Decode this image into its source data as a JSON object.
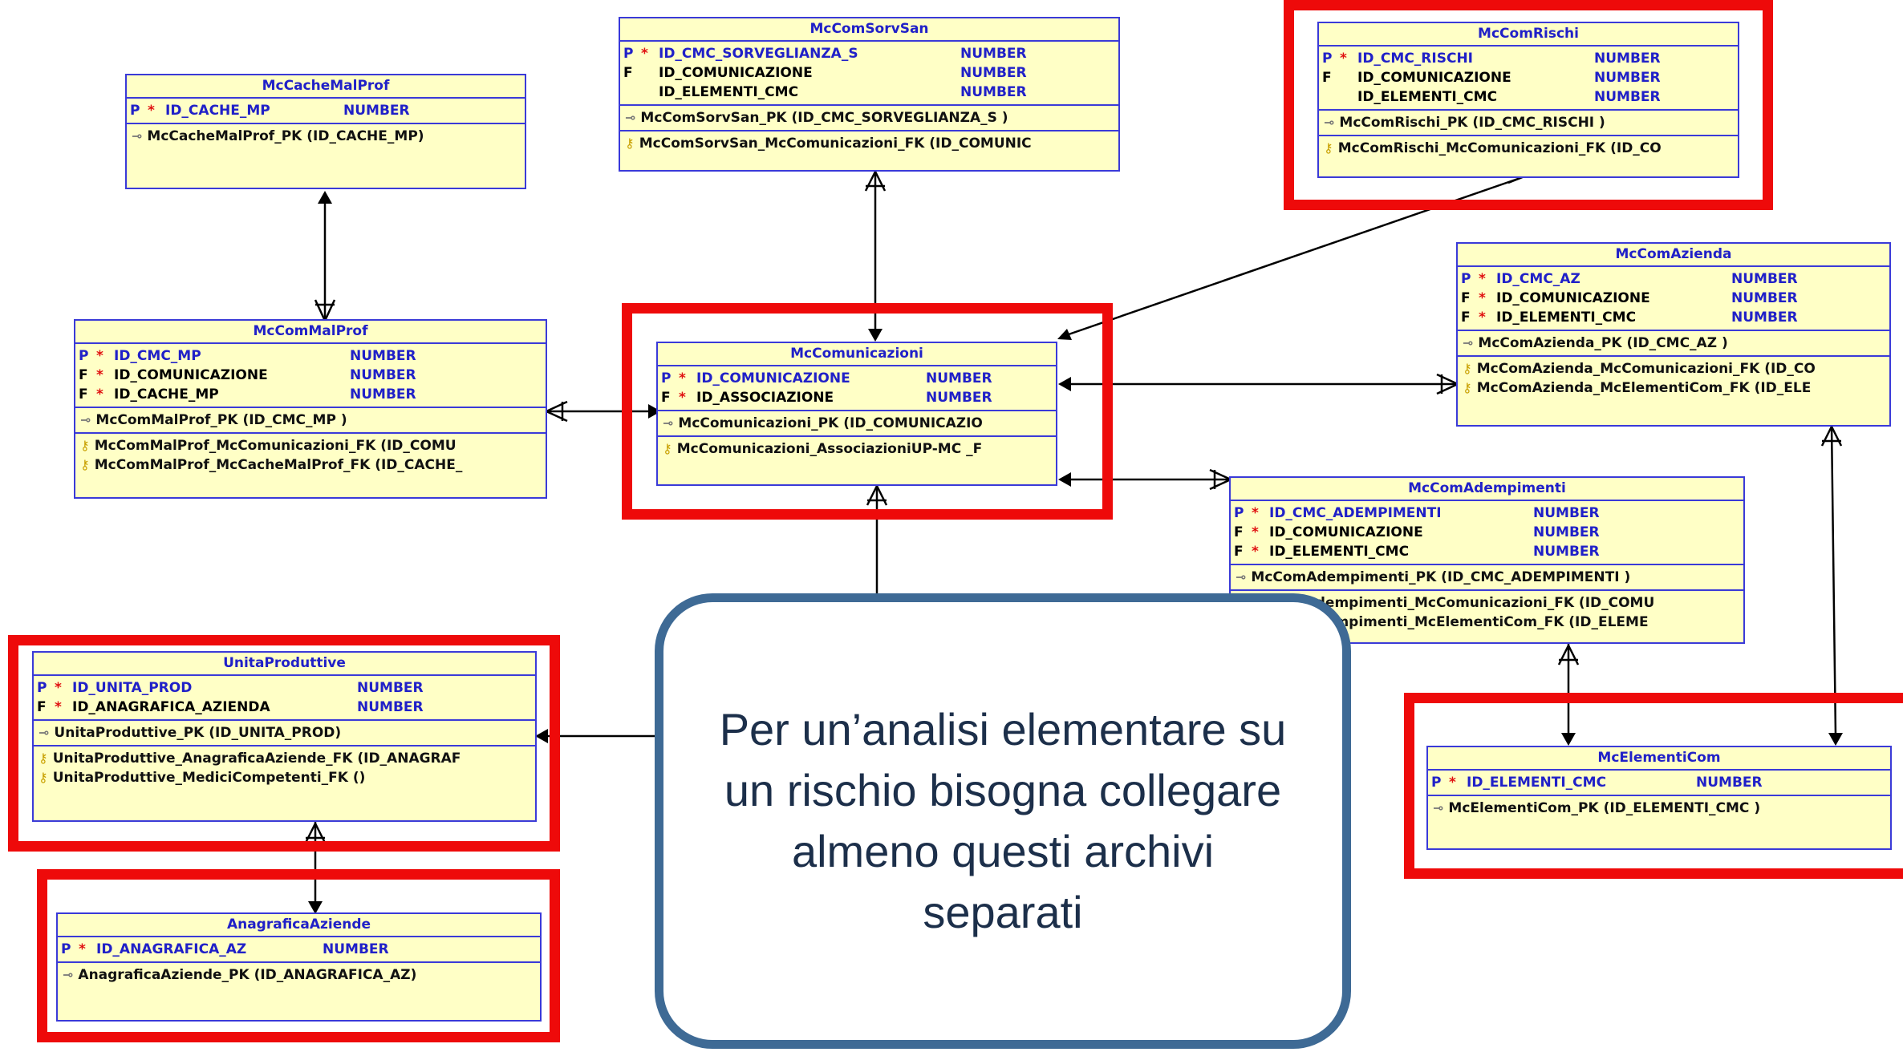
{
  "entities": {
    "cache_mal_prof": {
      "title": "McCacheMalProf",
      "cols": [
        {
          "k": "P",
          "star": "*",
          "name": "ID_CACHE_MP",
          "type": "NUMBER"
        }
      ],
      "pk": "McCacheMalProf_PK (ID_CACHE_MP)"
    },
    "com_sorv_san": {
      "title": "McComSorvSan",
      "cols": [
        {
          "k": "P",
          "star": "*",
          "name": "ID_CMC_SORVEGLIANZA_S",
          "type": "NUMBER"
        },
        {
          "k": "F",
          "star": "",
          "name": "ID_COMUNICAZIONE",
          "type": "NUMBER"
        },
        {
          "k": "",
          "star": "",
          "name": "ID_ELEMENTI_CMC",
          "type": "NUMBER"
        }
      ],
      "pk": "McComSorvSan_PK (ID_CMC_SORVEGLIANZA_S )",
      "fk": [
        "McComSorvSan_McComunicazioni_FK (ID_COMUNIC"
      ]
    },
    "com_rischi": {
      "title": "McComRischi",
      "cols": [
        {
          "k": "P",
          "star": "*",
          "name": "ID_CMC_RISCHI",
          "type": "NUMBER"
        },
        {
          "k": "F",
          "star": "",
          "name": "ID_COMUNICAZIONE",
          "type": "NUMBER"
        },
        {
          "k": "",
          "star": "",
          "name": "ID_ELEMENTI_CMC",
          "type": "NUMBER"
        }
      ],
      "pk": "McComRischi_PK (ID_CMC_RISCHI )",
      "fk": [
        "McComRischi_McComunicazioni_FK (ID_CO"
      ]
    },
    "com_azienda": {
      "title": "McComAzienda",
      "cols": [
        {
          "k": "P",
          "star": "*",
          "name": "ID_CMC_AZ",
          "type": "NUMBER"
        },
        {
          "k": "F",
          "star": "*",
          "name": "ID_COMUNICAZIONE",
          "type": "NUMBER"
        },
        {
          "k": "F",
          "star": "*",
          "name": "ID_ELEMENTI_CMC",
          "type": "NUMBER"
        }
      ],
      "pk": "McComAzienda_PK (ID_CMC_AZ )",
      "fk": [
        "McComAzienda_McComunicazioni_FK (ID_CO",
        "McComAzienda_McElementiCom_FK (ID_ELE"
      ]
    },
    "com_mal_prof": {
      "title": "McComMalProf",
      "cols": [
        {
          "k": "P",
          "star": "*",
          "name": "ID_CMC_MP",
          "type": "NUMBER"
        },
        {
          "k": "F",
          "star": "*",
          "name": "ID_COMUNICAZIONE",
          "type": "NUMBER"
        },
        {
          "k": "F",
          "star": "*",
          "name": "ID_CACHE_MP",
          "type": "NUMBER"
        }
      ],
      "pk": "McComMalProf_PK (ID_CMC_MP )",
      "fk": [
        "McComMalProf_McComunicazioni_FK (ID_COMU",
        "McComMalProf_McCacheMalProf_FK (ID_CACHE_"
      ]
    },
    "comunicazioni": {
      "title": "McComunicazioni",
      "cols": [
        {
          "k": "P",
          "star": "*",
          "name": "ID_COMUNICAZIONE",
          "type": "NUMBER"
        },
        {
          "k": "F",
          "star": "*",
          "name": "ID_ASSOCIAZIONE",
          "type": "NUMBER"
        }
      ],
      "pk": "McComunicazioni_PK (ID_COMUNICAZIO",
      "fk": [
        "McComunicazioni_AssociazioniUP-MC _F"
      ]
    },
    "com_adempimenti": {
      "title": "McComAdempimenti",
      "cols": [
        {
          "k": "P",
          "star": "*",
          "name": "ID_CMC_ADEMPIMENTI",
          "type": "NUMBER"
        },
        {
          "k": "F",
          "star": "*",
          "name": "ID_COMUNICAZIONE",
          "type": "NUMBER"
        },
        {
          "k": "F",
          "star": "*",
          "name": "ID_ELEMENTI_CMC",
          "type": "NUMBER"
        }
      ],
      "pk": "McComAdempimenti_PK (ID_CMC_ADEMPIMENTI )",
      "fk": [
        "McComAdempimenti_McComunicazioni_FK (ID_COMU",
        "McComAdempimenti_McElementiCom_FK (ID_ELEME"
      ]
    },
    "unita_produttive": {
      "title": "UnitaProduttive",
      "cols": [
        {
          "k": "P",
          "star": "*",
          "name": "ID_UNITA_PROD",
          "type": "NUMBER"
        },
        {
          "k": "F",
          "star": "*",
          "name": "ID_ANAGRAFICA_AZIENDA",
          "type": "NUMBER"
        }
      ],
      "pk": "UnitaProduttive_PK (ID_UNITA_PROD)",
      "fk": [
        "UnitaProduttive_AnagraficaAziende_FK (ID_ANAGRAF",
        "UnitaProduttive_MediciCompetenti_FK ()"
      ]
    },
    "elementi_com": {
      "title": "McElementiCom",
      "cols": [
        {
          "k": "P",
          "star": "*",
          "name": "ID_ELEMENTI_CMC",
          "type": "NUMBER"
        }
      ],
      "pk": "McElementiCom_PK (ID_ELEMENTI_CMC )"
    },
    "anagrafica_aziende": {
      "title": "AnagraficaAziende",
      "cols": [
        {
          "k": "P",
          "star": "*",
          "name": "ID_ANAGRAFICA_AZ",
          "type": "NUMBER"
        }
      ],
      "pk": "AnagraficaAziende_PK (ID_ANAGRAFICA_AZ)"
    }
  },
  "callout": {
    "text": "Per un’analisi elementare su un rischio bisogna collegare almeno questi archivi separati"
  },
  "colors": {
    "highlight": "#ee0a0a",
    "entity_fill": "#ffffc6",
    "entity_border": "#3a3ad8",
    "callout_border": "#3e6a95"
  },
  "icons": {
    "primary_key": "key-icon",
    "foreign_key": "foreign-key-icon"
  }
}
